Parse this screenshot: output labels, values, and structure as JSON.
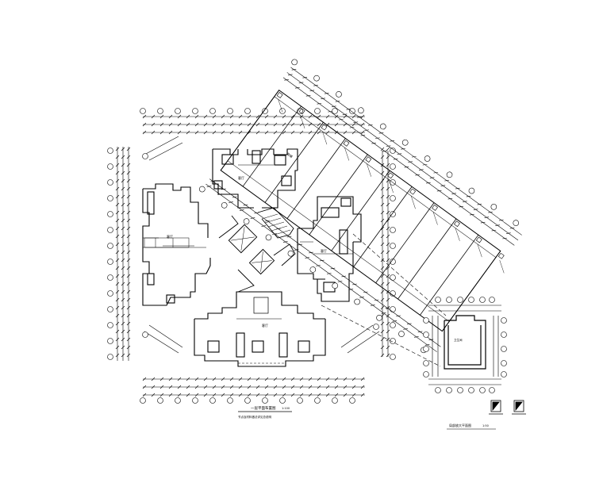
{
  "drawing": {
    "plan_title": "一层平面布置图",
    "plan_subtitle": "节点及材料做法详见总说明",
    "plan_scale": "1:100",
    "detail_title": "局部放大平面图",
    "detail_scale": "1:50",
    "plan_room_label": "客厅",
    "annex_room_label": "商铺",
    "detail_room_label": "卫生间"
  }
}
